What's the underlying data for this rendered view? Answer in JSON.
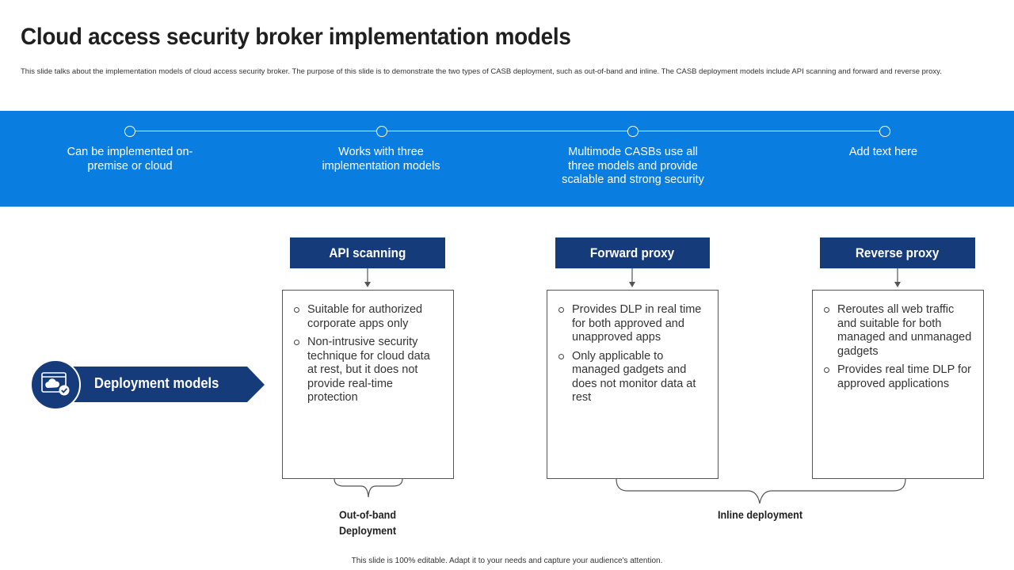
{
  "header": {
    "title": "Cloud access security broker implementation models",
    "description": "This slide talks about the implementation  models of cloud access security broker. The purpose of this slide is to demonstrate the two types of CASB deployment, such as out-of-band and inline. The CASB deployment models include API scanning and forward and reverse proxy."
  },
  "timeline": {
    "items": [
      {
        "text": "Can be implemented on-premise or cloud"
      },
      {
        "text": "Works with three implementation models"
      },
      {
        "text": "Multimode  CASBs use all three models and provide scalable and strong security"
      },
      {
        "text": "Add text here"
      }
    ]
  },
  "deployment": {
    "label": "Deployment models",
    "icon": "cloud-window-check-icon"
  },
  "models": [
    {
      "title": "API scanning",
      "points": [
        "Suitable for authorized corporate apps only",
        "Non-intrusive security technique for cloud data at rest, but it does not provide real-time protection"
      ]
    },
    {
      "title": "Forward proxy",
      "points": [
        "Provides DLP in real time for both approved  and unapproved apps",
        "Only applicable to managed gadgets and does not monitor data at rest"
      ]
    },
    {
      "title": "Reverse proxy",
      "points": [
        "Reroutes all web traffic and suitable for both managed and unmanaged gadgets",
        "Provides real time DLP for approved applications"
      ]
    }
  ],
  "groups": {
    "out_of_band": "Out-of-band Deployment",
    "inline": "Inline deployment"
  },
  "footer": "This slide is 100% editable.  Adapt it to your needs and capture your audience's attention.",
  "colors": {
    "band": "#0a7de0",
    "navy": "#163b7a"
  }
}
